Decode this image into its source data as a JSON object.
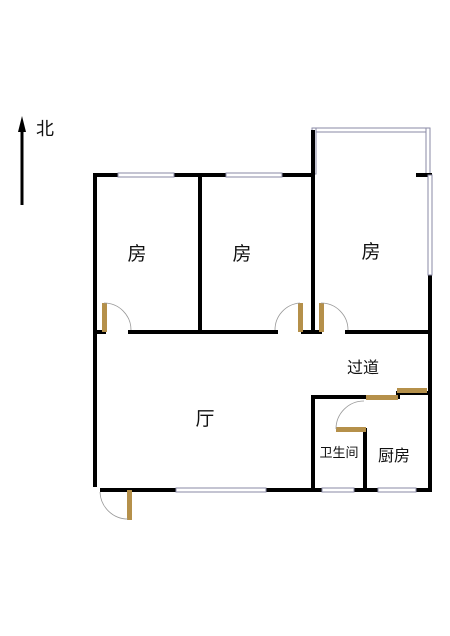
{
  "compass": {
    "label": "北"
  },
  "rooms": {
    "bedroom_1": "房",
    "bedroom_2": "房",
    "bedroom_3": "房",
    "corridor": "过道",
    "living_room": "厅",
    "bathroom": "卫生间",
    "kitchen": "厨房"
  },
  "colors": {
    "wall": "#000000",
    "door": "#b5904a",
    "window": "#8a8aa6",
    "background": "#ffffff"
  }
}
